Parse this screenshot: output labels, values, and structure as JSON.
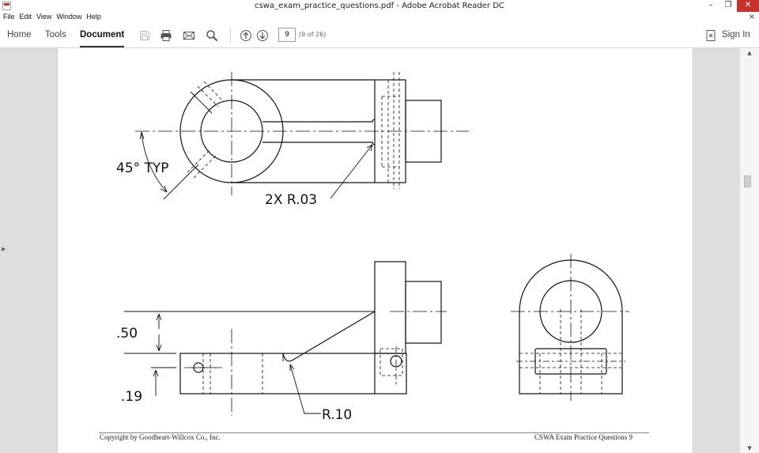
{
  "window": {
    "title": "cswa_exam_practice_questions.pdf - Adobe Acrobat Reader DC",
    "minimize_glyph": "–",
    "restore_glyph": "❐",
    "close_glyph": "✕"
  },
  "menu": {
    "items": [
      "File",
      "Edit",
      "View",
      "Window",
      "Help"
    ],
    "close_glyph": "×"
  },
  "toolbar": {
    "tabs": {
      "home": "Home",
      "tools": "Tools",
      "document": "Document"
    },
    "page_number": "9",
    "page_of": "(9 of 26)",
    "sign_in": "Sign In",
    "icons": [
      "save-icon",
      "print-icon",
      "email-icon",
      "search-icon",
      "prev-page-icon",
      "next-page-icon",
      "share-icon"
    ]
  },
  "drawing": {
    "labels": {
      "angle": "45° TYP",
      "fillet_top": "2X R.03",
      "dim_height": ".50",
      "dim_base": ".19",
      "fillet_front": "R.10"
    }
  },
  "footer": {
    "left": "Copyright by Goodheart-Willcox Co., Inc.",
    "right": "CSWA Exam Practice Questions   9"
  },
  "colors": {
    "close": "#c7312c",
    "accent": "#333333"
  }
}
